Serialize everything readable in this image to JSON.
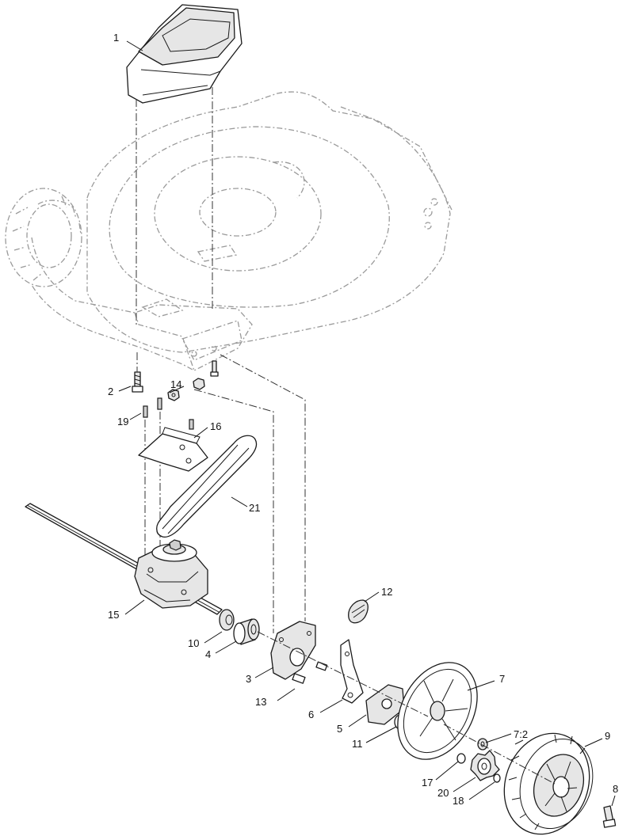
{
  "callouts": [
    {
      "id": "1",
      "text": "1"
    },
    {
      "id": "2",
      "text": "2"
    },
    {
      "id": "3",
      "text": "3"
    },
    {
      "id": "4",
      "text": "4"
    },
    {
      "id": "5",
      "text": "5"
    },
    {
      "id": "6",
      "text": "6"
    },
    {
      "id": "7",
      "text": "7"
    },
    {
      "id": "7_2",
      "text": "7:2"
    },
    {
      "id": "8",
      "text": "8"
    },
    {
      "id": "9",
      "text": "9"
    },
    {
      "id": "10",
      "text": "10"
    },
    {
      "id": "11",
      "text": "11"
    },
    {
      "id": "12",
      "text": "12"
    },
    {
      "id": "13",
      "text": "13"
    },
    {
      "id": "14",
      "text": "14"
    },
    {
      "id": "15",
      "text": "15"
    },
    {
      "id": "16",
      "text": "16"
    },
    {
      "id": "17",
      "text": "17"
    },
    {
      "id": "18",
      "text": "18"
    },
    {
      "id": "19",
      "text": "19"
    },
    {
      "id": "20",
      "text": "20"
    },
    {
      "id": "21",
      "text": "21"
    }
  ]
}
